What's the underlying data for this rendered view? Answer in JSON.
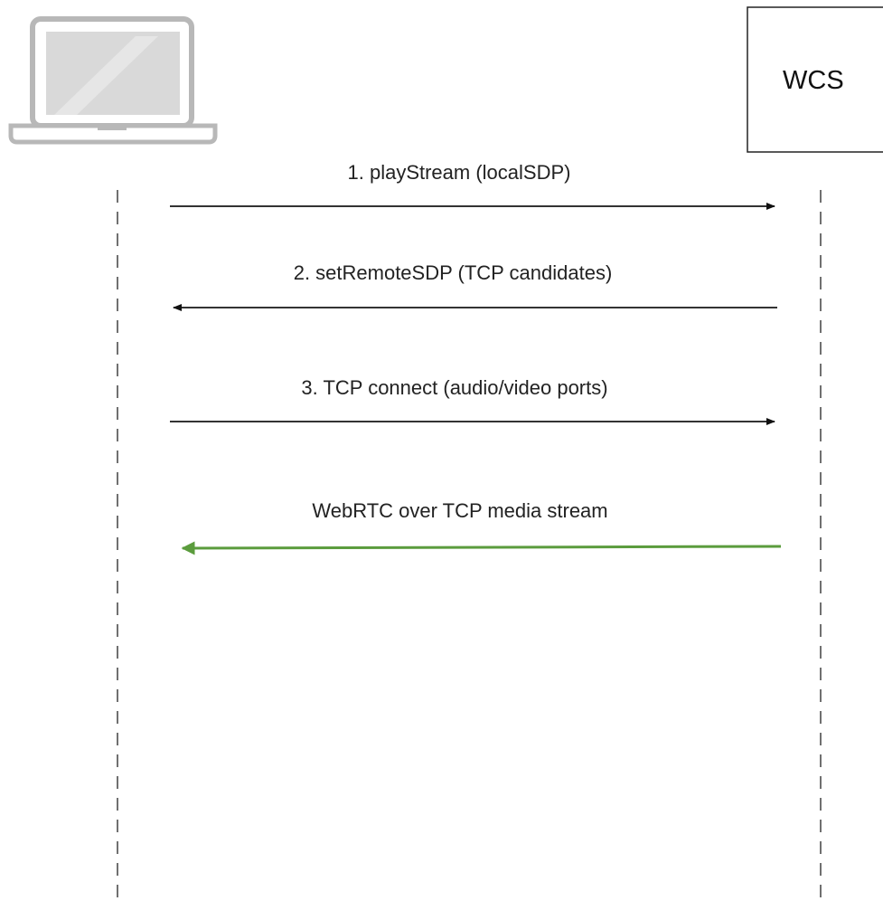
{
  "participants": {
    "client": {
      "icon": "laptop-icon"
    },
    "server": {
      "label": "WCS"
    }
  },
  "messages": [
    {
      "label": "1. playStream (localSDP)",
      "direction": "client-to-server",
      "color": "#333333"
    },
    {
      "label": "2. setRemoteSDP (TCP candidates)",
      "direction": "server-to-client",
      "color": "#333333"
    },
    {
      "label": "3. TCP connect (audio/video ports)",
      "direction": "client-to-server",
      "color": "#333333"
    },
    {
      "label": "WebRTC over TCP media stream",
      "direction": "server-to-client",
      "color": "#5b9c3d"
    }
  ],
  "colors": {
    "lifeline": "#707070",
    "laptop_frame": "#b8b8b8",
    "laptop_screen": "#d9d9d9",
    "server_box_border": "#222222",
    "media_stream": "#5b9c3d"
  }
}
